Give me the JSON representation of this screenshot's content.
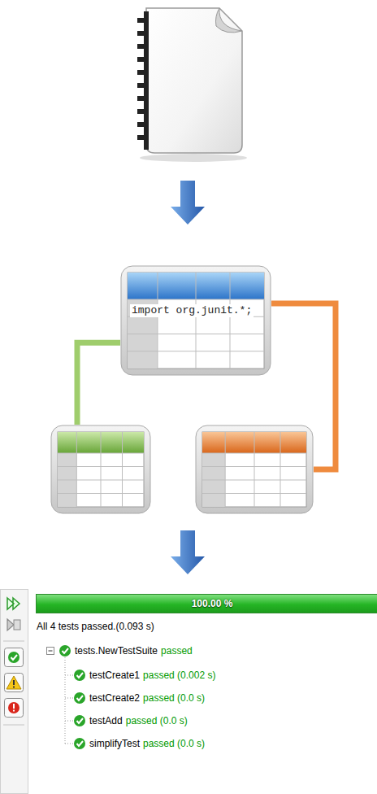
{
  "diagram": {
    "nodes": [
      {
        "text": [
          "import org.junit.*;"
        ]
      },
      {
        "text": []
      },
      {
        "text": []
      },
      {
        "text": [
          "100.00 %"
        ]
      }
    ],
    "edges": [
      {
        "from": 0,
        "to": 1,
        "arrow": "none"
      },
      {
        "from": 0,
        "to": 2,
        "arrow": "none"
      }
    ],
    "labels": [
      "All 4 tests passed.(0.093 s)",
      "tests.NewTestSuite",
      "passed",
      "testCreate1",
      "passed (0.002 s)",
      "testCreate2",
      "passed (0.0 s)",
      "testAdd",
      "passed (0.0 s)",
      "simplifyTest",
      "passed (0.0 s)"
    ]
  }
}
